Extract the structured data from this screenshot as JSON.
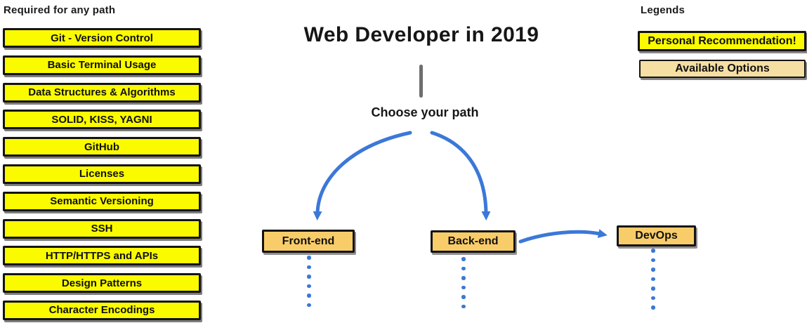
{
  "title": "Web Developer in 2019",
  "required": {
    "header": "Required for any path",
    "items": [
      "Git - Version Control",
      "Basic Terminal Usage",
      "Data Structures & Algorithms",
      "SOLID, KISS, YAGNI",
      "GitHub",
      "Licenses",
      "Semantic Versioning",
      "SSH",
      "HTTP/HTTPS and APIs",
      "Design Patterns",
      "Character Encodings"
    ]
  },
  "flow": {
    "choose_label": "Choose your path",
    "paths": [
      {
        "label": "Front-end",
        "dots": 6
      },
      {
        "label": "Back-end",
        "dots": 6
      },
      {
        "label": "DevOps",
        "dots": 7
      }
    ]
  },
  "legends": {
    "header": "Legends",
    "items": [
      {
        "label": "Personal Recommendation!",
        "style": "recommendation"
      },
      {
        "label": "Available Options",
        "style": "available"
      }
    ]
  },
  "colors": {
    "yellow": "#FBFB00",
    "tan": "#F8CD69",
    "tan_light": "#F6DFA3",
    "blue": "#3B78D8",
    "gray_line": "#6E6E6E",
    "border": "#141414"
  }
}
